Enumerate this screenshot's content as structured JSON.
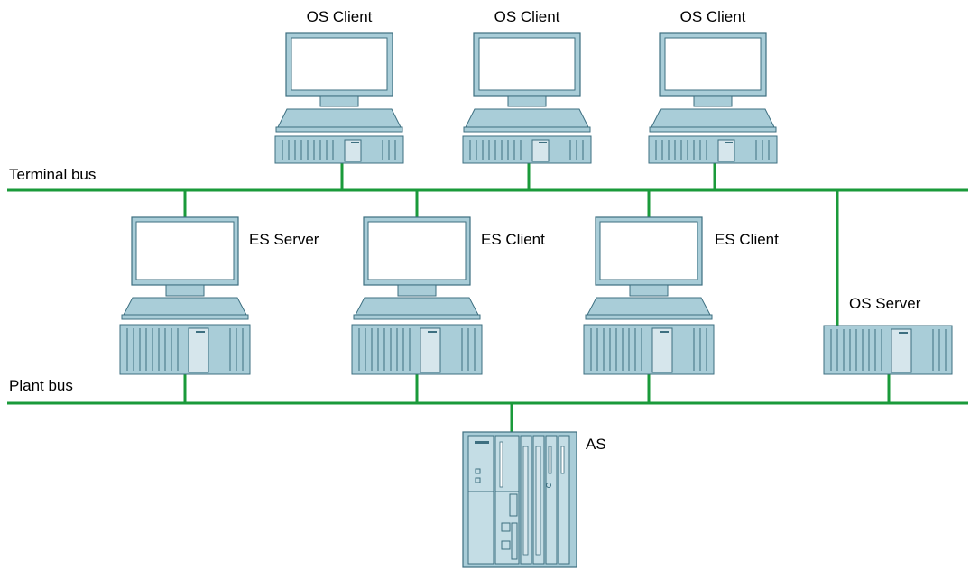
{
  "colors": {
    "bus": "#1a9a3a",
    "device_fill": "#a9cdd8",
    "device_stroke": "#3d6f80",
    "screen_fill": "#ffffff"
  },
  "buses": {
    "terminal": {
      "label": "Terminal  bus"
    },
    "plant": {
      "label": "Plant bus"
    }
  },
  "os_clients": [
    {
      "label": "OS Client"
    },
    {
      "label": "OS Client"
    },
    {
      "label": "OS Client"
    }
  ],
  "engineering_stations": [
    {
      "label": "ES Server"
    },
    {
      "label": "ES Client"
    },
    {
      "label": "ES Client"
    }
  ],
  "os_server": {
    "label": "OS Server"
  },
  "automation_system": {
    "label": "AS"
  }
}
